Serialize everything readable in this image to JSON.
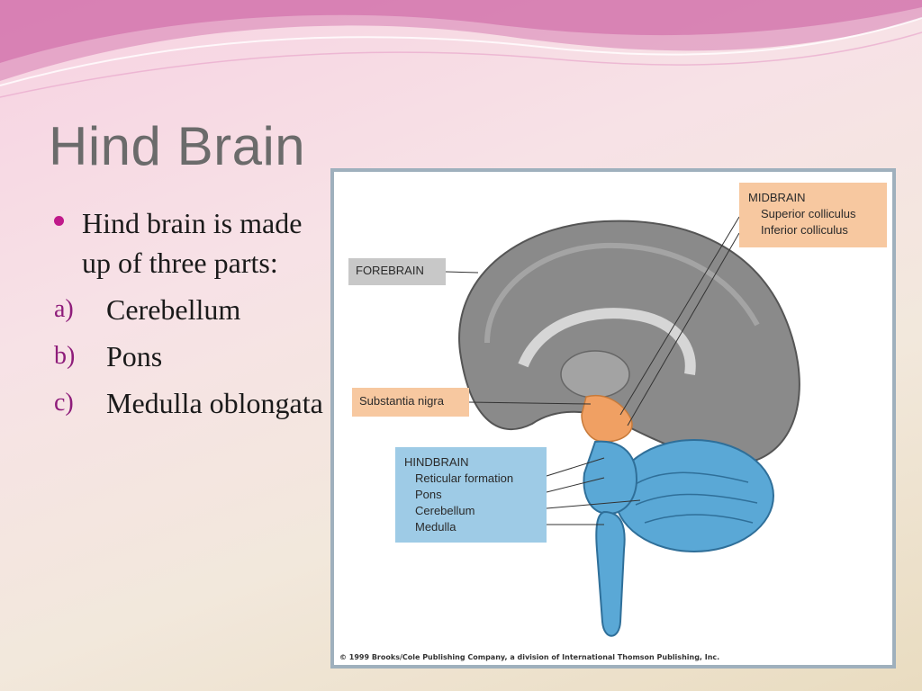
{
  "slide": {
    "title": "Hind Brain",
    "bullet": "Hind brain is made up of three parts:",
    "items": [
      {
        "marker": "a)",
        "text": "Cerebellum"
      },
      {
        "marker": "b)",
        "text": "Pons"
      },
      {
        "marker": "c)",
        "text": "Medulla oblongata"
      }
    ],
    "accent_color": "#c0198a"
  },
  "figure": {
    "forebrain_label": "FOREBRAIN",
    "substantia_label": "Substantia nigra",
    "midbrain": {
      "heading": "MIDBRAIN",
      "items": [
        "Superior colliculus",
        "Inferior colliculus"
      ]
    },
    "hindbrain": {
      "heading": "HINDBRAIN",
      "items": [
        "Reticular formation",
        "Pons",
        "Cerebellum",
        "Medulla"
      ]
    },
    "copyright": "© 1999 Brooks/Cole Publishing Company, a division of International Thomson Publishing, Inc.",
    "colors": {
      "forebrain": "#8a8a8a",
      "midbrain": "#f0a063",
      "hindbrain": "#5aa8d6"
    }
  }
}
